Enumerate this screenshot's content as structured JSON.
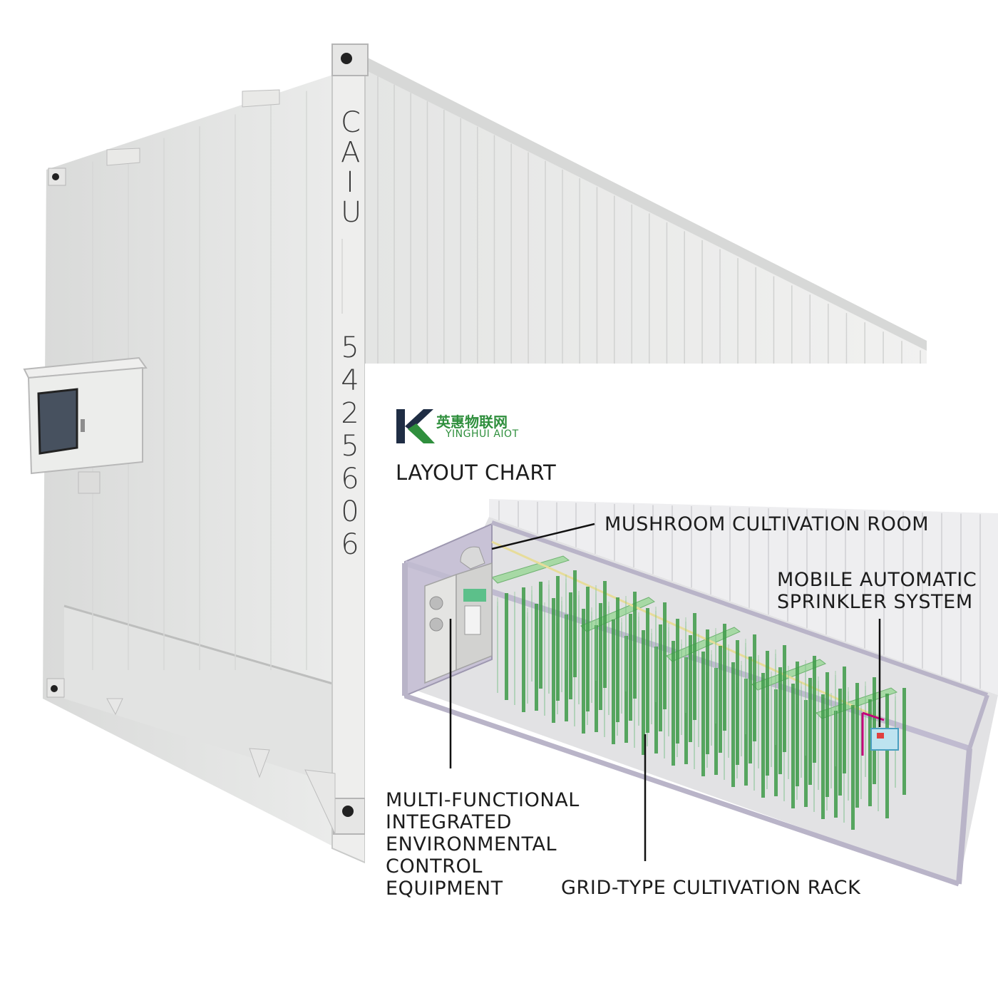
{
  "container_markings": {
    "prefix_letters": [
      "C",
      "A",
      "I",
      "U"
    ],
    "serial_digits": [
      "5",
      "4",
      "2",
      "5",
      "6",
      "0",
      "6"
    ]
  },
  "brand": {
    "name_cn": "英惠物联网",
    "name_en": "YINGHUI AIOT"
  },
  "layout_title": "LAYOUT CHART",
  "callouts": {
    "mushroom_room": [
      "MUSHROOM CULTIVATION ROOM"
    ],
    "sprinkler": [
      "MOBILE AUTOMATIC",
      "SPRINKLER SYSTEM"
    ],
    "environmental": [
      "MULTI-FUNCTIONAL",
      "INTEGRATED",
      "ENVIRONMENTAL",
      "CONTROL",
      "EQUIPMENT"
    ],
    "rack": [
      "GRID-TYPE CULTIVATION RACK"
    ]
  },
  "colors": {
    "container": "#e8e9e8",
    "rack_green": "#3d9a48",
    "frame": "#b9b4c8",
    "brand_green": "#2f8f3d",
    "brand_dark": "#1f2d44"
  }
}
